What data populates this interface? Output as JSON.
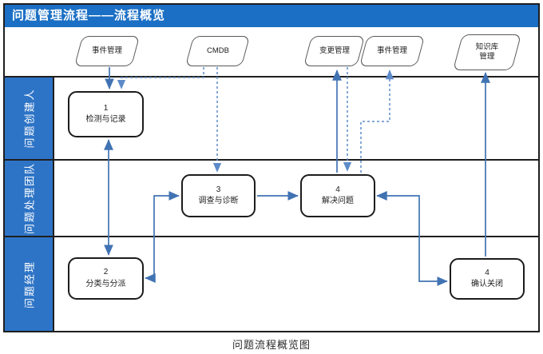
{
  "title": "问题管理流程——流程概览",
  "caption": "问题流程概览图",
  "external_systems": [
    {
      "label": "事件管理"
    },
    {
      "label": "CMDB"
    },
    {
      "label": "变更管理"
    },
    {
      "label": "事件管理"
    },
    {
      "label": "知识库管理"
    }
  ],
  "lanes": [
    {
      "label": "问题创建人"
    },
    {
      "label": "问题处理团队"
    },
    {
      "label": "问题经理"
    }
  ],
  "steps": [
    {
      "num": "1",
      "label": "检测与记录"
    },
    {
      "num": "2",
      "label": "分类与分派"
    },
    {
      "num": "3",
      "label": "调查与诊断"
    },
    {
      "num": "4",
      "label": "解决问题"
    },
    {
      "num": "4",
      "label": "确认关闭"
    }
  ],
  "colors": {
    "title_bar": "#1b6fc4",
    "lane_label_bg": "#2e74c6",
    "connector_solid": "#4173b3",
    "connector_dashed": "#6c96d0",
    "box_border": "#1c1c1c"
  }
}
